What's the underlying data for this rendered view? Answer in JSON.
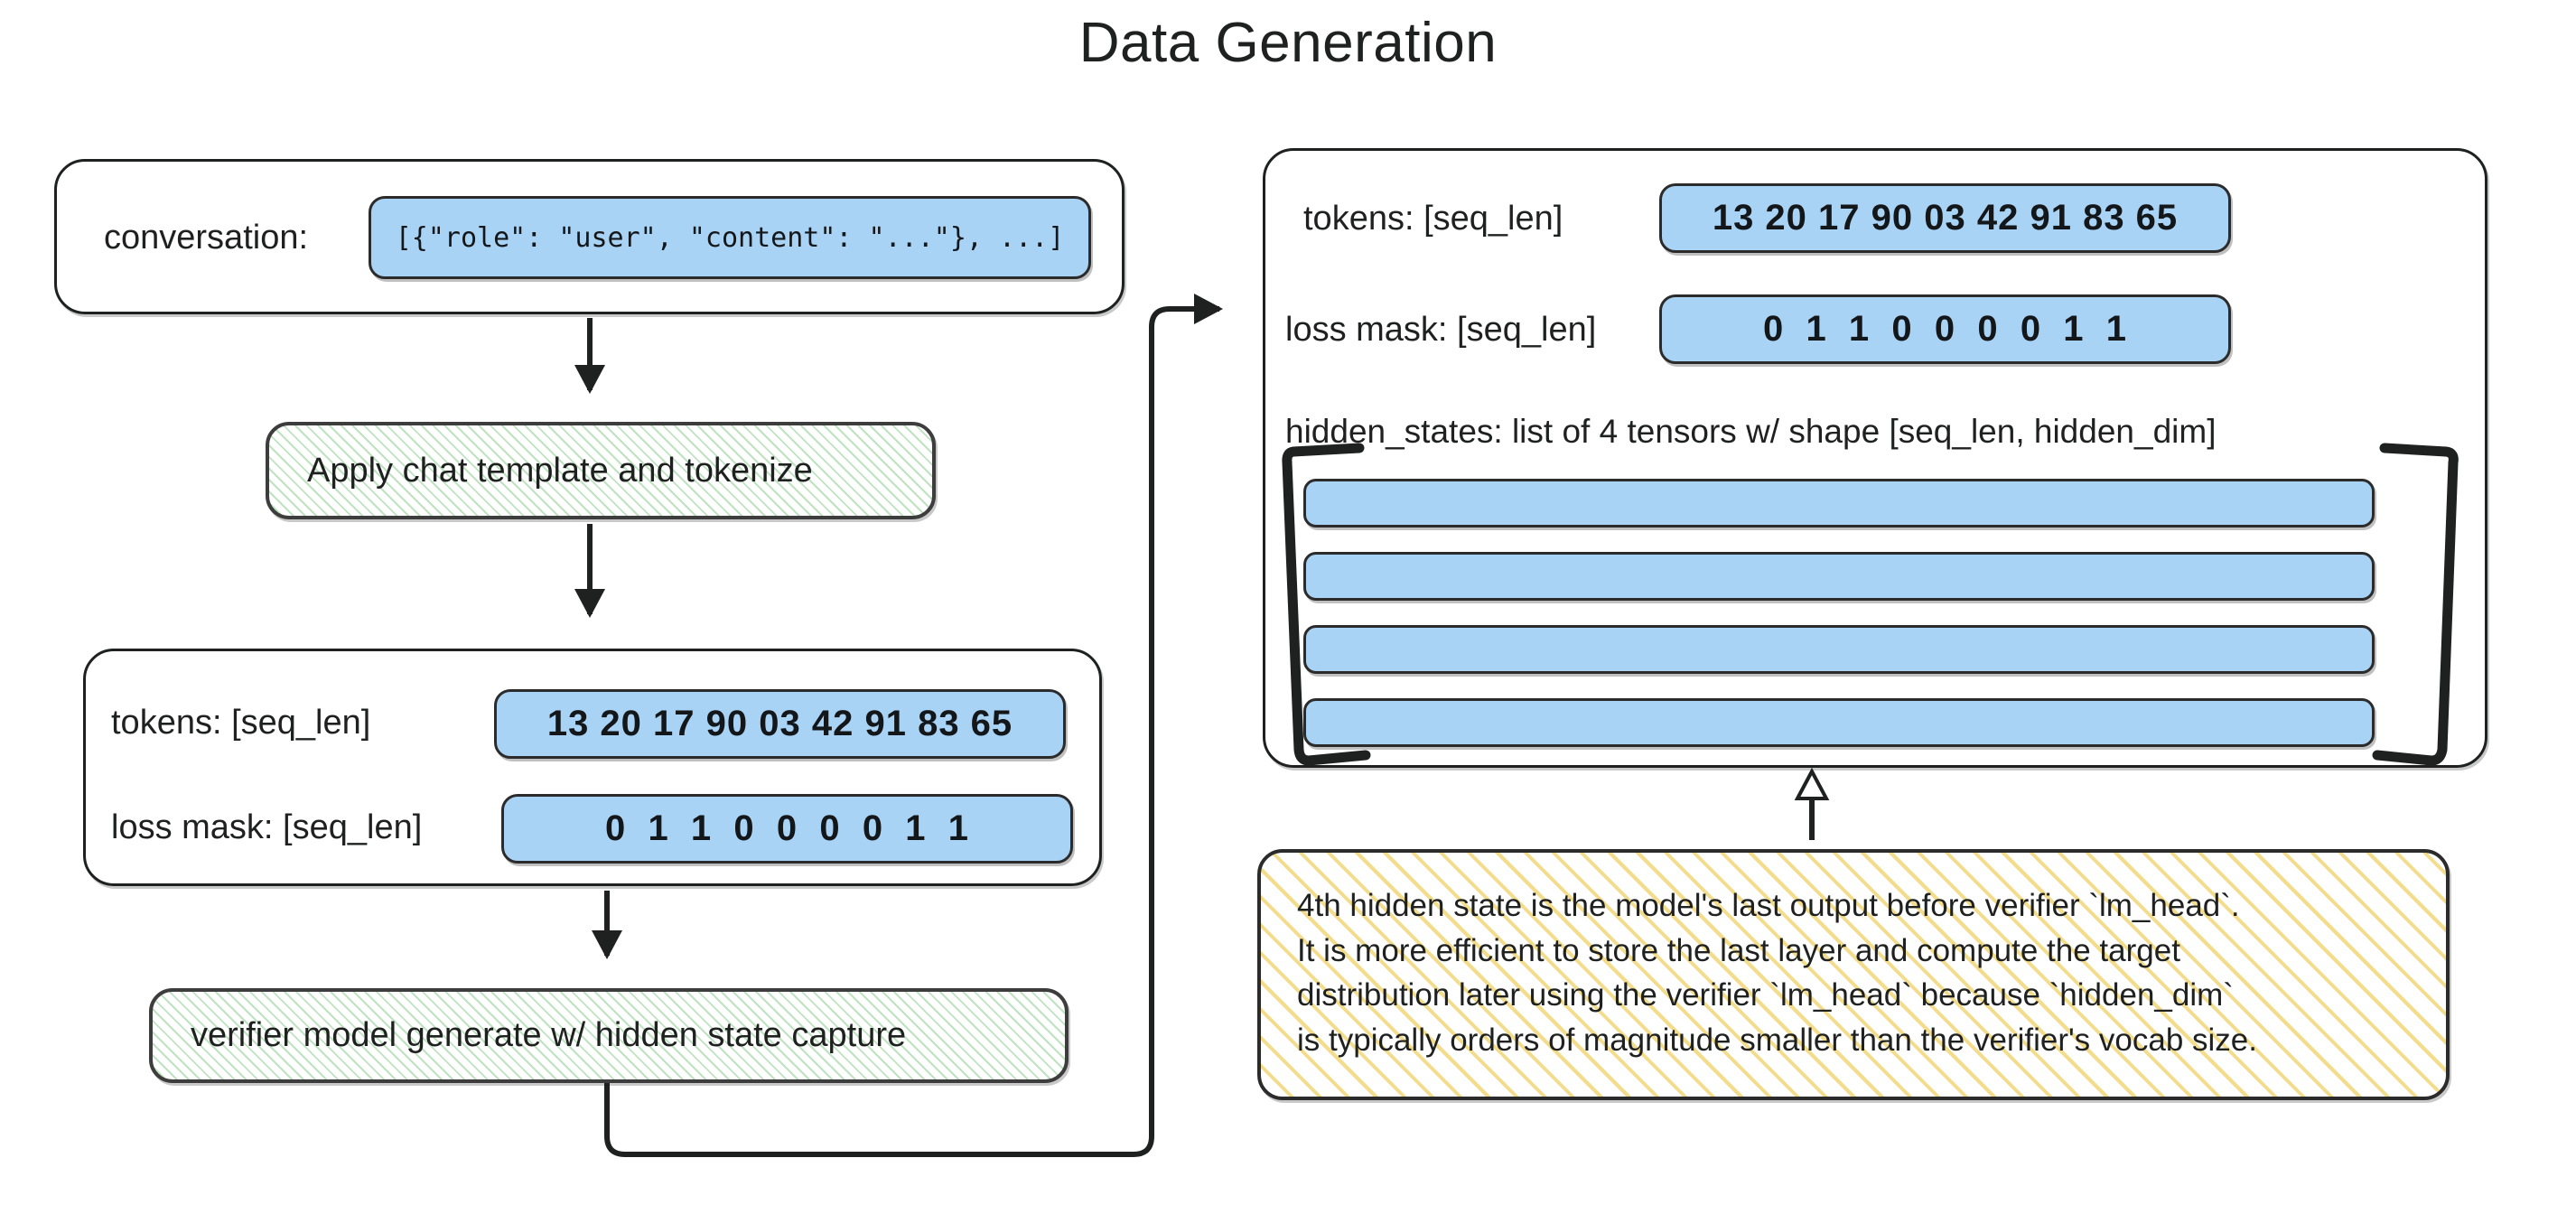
{
  "title": "Data Generation",
  "left_column": {
    "input_panel": {
      "label": "conversation:",
      "value": "[{\"role\": \"user\", \"content\": \"...\"}, ...]"
    },
    "process_1": "Apply chat template and tokenize",
    "tokenized_panel": {
      "tokens_label": "tokens: [seq_len]",
      "tokens_value": "13 20 17 90 03 42 91 83 65",
      "loss_mask_label": "loss mask: [seq_len]",
      "loss_mask_value": "0  1  1  0  0  0  0  1  1"
    },
    "process_2": "verifier model generate w/ hidden state capture"
  },
  "right_column": {
    "output_panel": {
      "tokens_label": "tokens: [seq_len]",
      "tokens_value": "13 20 17 90 03 42 91 83 65",
      "loss_mask_label": "loss mask: [seq_len]",
      "loss_mask_value": "0  1  1  0  0  0  0  1  1",
      "hidden_states_label": "hidden_states: list of 4 tensors w/ shape [seq_len, hidden_dim]",
      "hidden_states_tensor_count": 4
    },
    "note": {
      "line_1": "4th hidden state is the model's last output before verifier `lm_head`.",
      "line_2": "It is more efficient to store the last layer and compute the target",
      "line_3": "distribution later using the verifier `lm_head` because `hidden_dim`",
      "line_4": "is typically orders of magnitude smaller than the verifier's vocab size."
    }
  },
  "colors": {
    "chip_fill": "#a9d3f5",
    "chip_stroke": "#2b2b2b",
    "process_hatch": "#bfe3c0",
    "note_hatch": "#f3dd8c",
    "stroke": "#1f2020"
  }
}
